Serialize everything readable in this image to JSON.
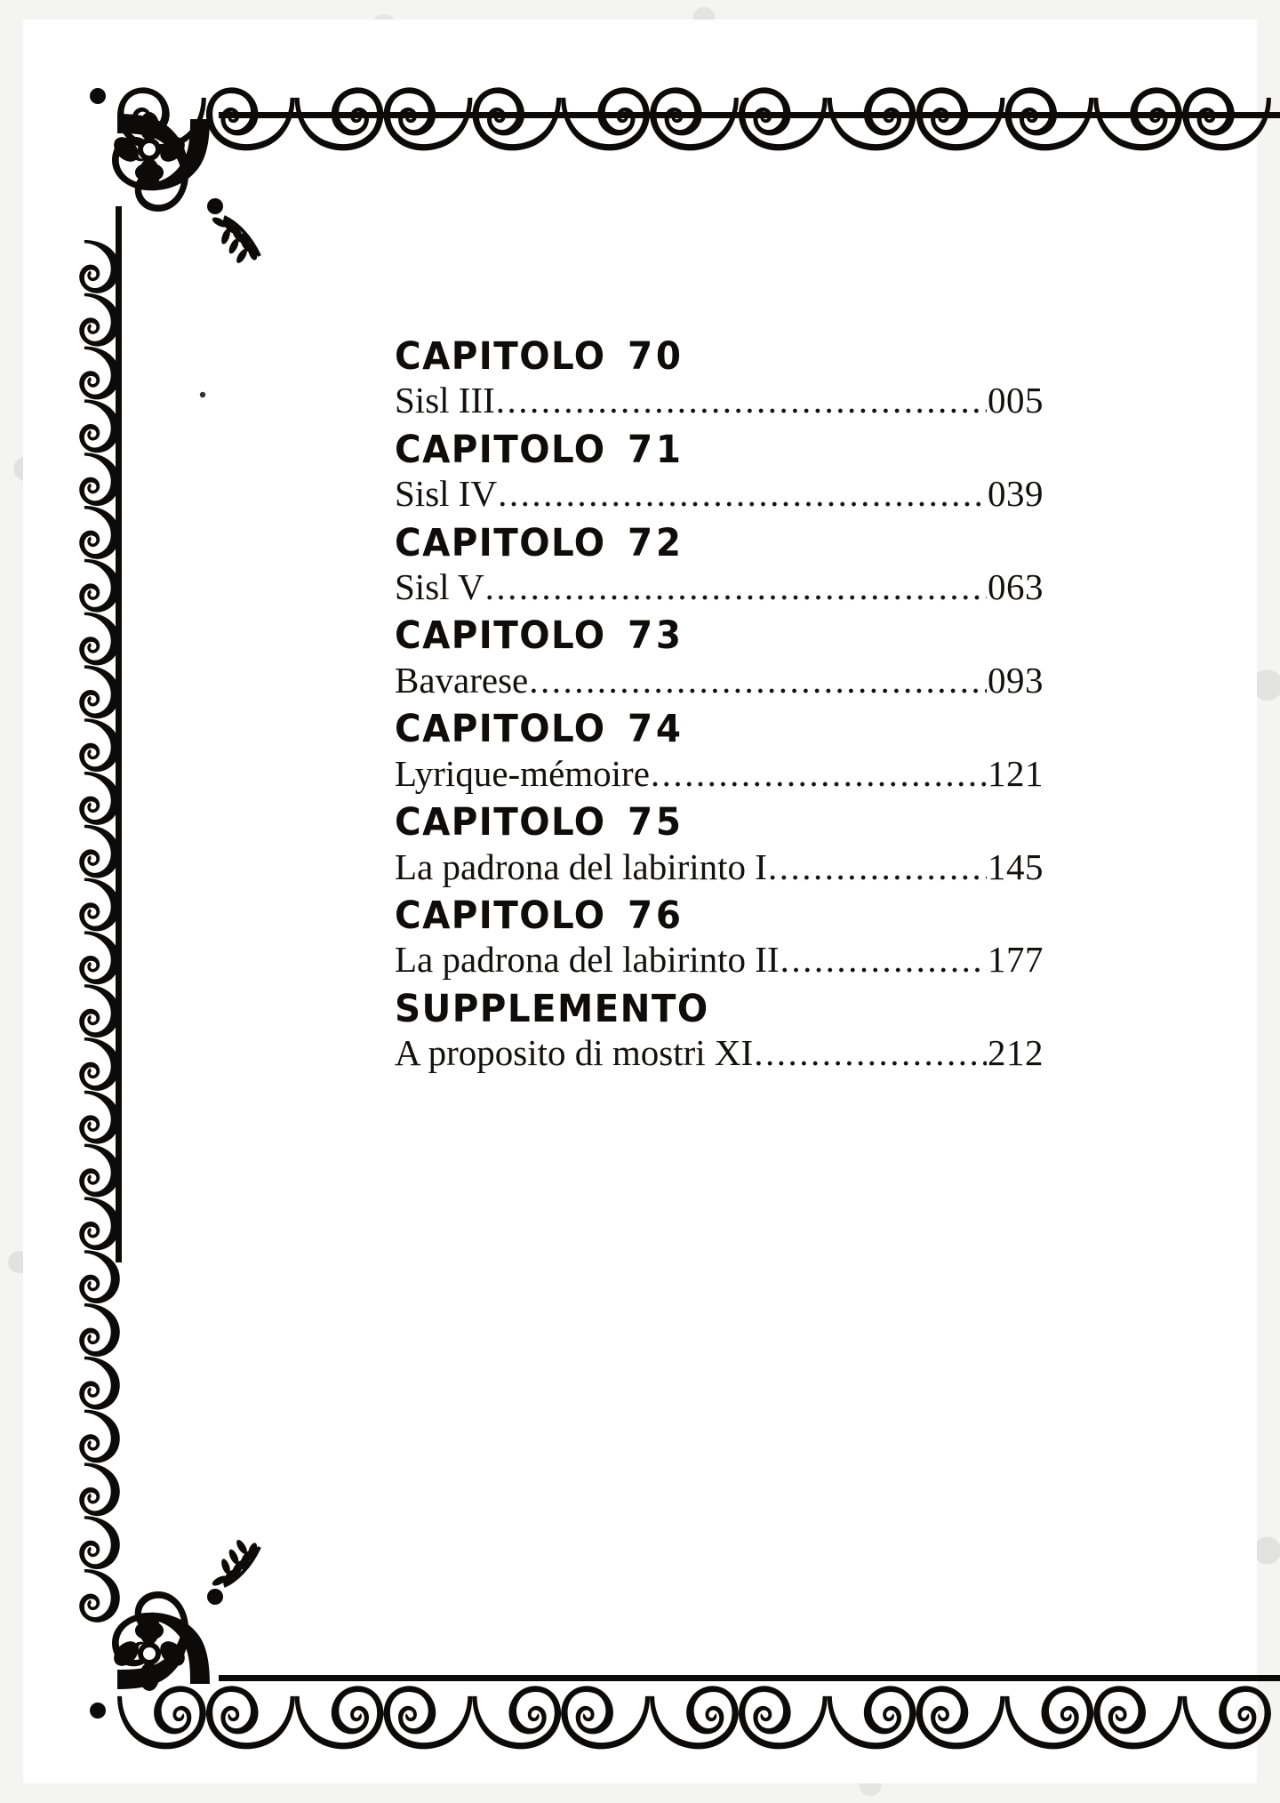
{
  "document": {
    "kind": "table-of-contents",
    "language": "it",
    "background_color": "#ffffff",
    "ink_color": "#100c0c",
    "paper_color": "#f3f3f1"
  },
  "ornament": {
    "style": "art-nouveau-scroll-border",
    "corner_motif": "flower-rosette",
    "accent_motif": "leaf-sprig",
    "color": "#0d0a0a"
  },
  "toc": {
    "entries": [
      {
        "chapter_label": "CAPITOLO",
        "chapter_number": "70",
        "title": "Sisl III",
        "page": "005"
      },
      {
        "chapter_label": "CAPITOLO",
        "chapter_number": "71",
        "title": "Sisl IV",
        "page": "039"
      },
      {
        "chapter_label": "CAPITOLO",
        "chapter_number": "72",
        "title": "Sisl V",
        "page": "063"
      },
      {
        "chapter_label": "CAPITOLO",
        "chapter_number": "73",
        "title": "Bavarese",
        "page": "093"
      },
      {
        "chapter_label": "CAPITOLO",
        "chapter_number": "74",
        "title": "Lyrique-mémoire",
        "page": "121"
      },
      {
        "chapter_label": "CAPITOLO",
        "chapter_number": "75",
        "title": "La padrona del labirinto I",
        "page": "145"
      },
      {
        "chapter_label": "CAPITOLO",
        "chapter_number": "76",
        "title": "La padrona del labirinto II",
        "page": "177"
      },
      {
        "chapter_label": "SUPPLEMENTO",
        "chapter_number": "",
        "title": "A proposito di mostri XI",
        "page": "212"
      }
    ],
    "leader_character": "."
  }
}
